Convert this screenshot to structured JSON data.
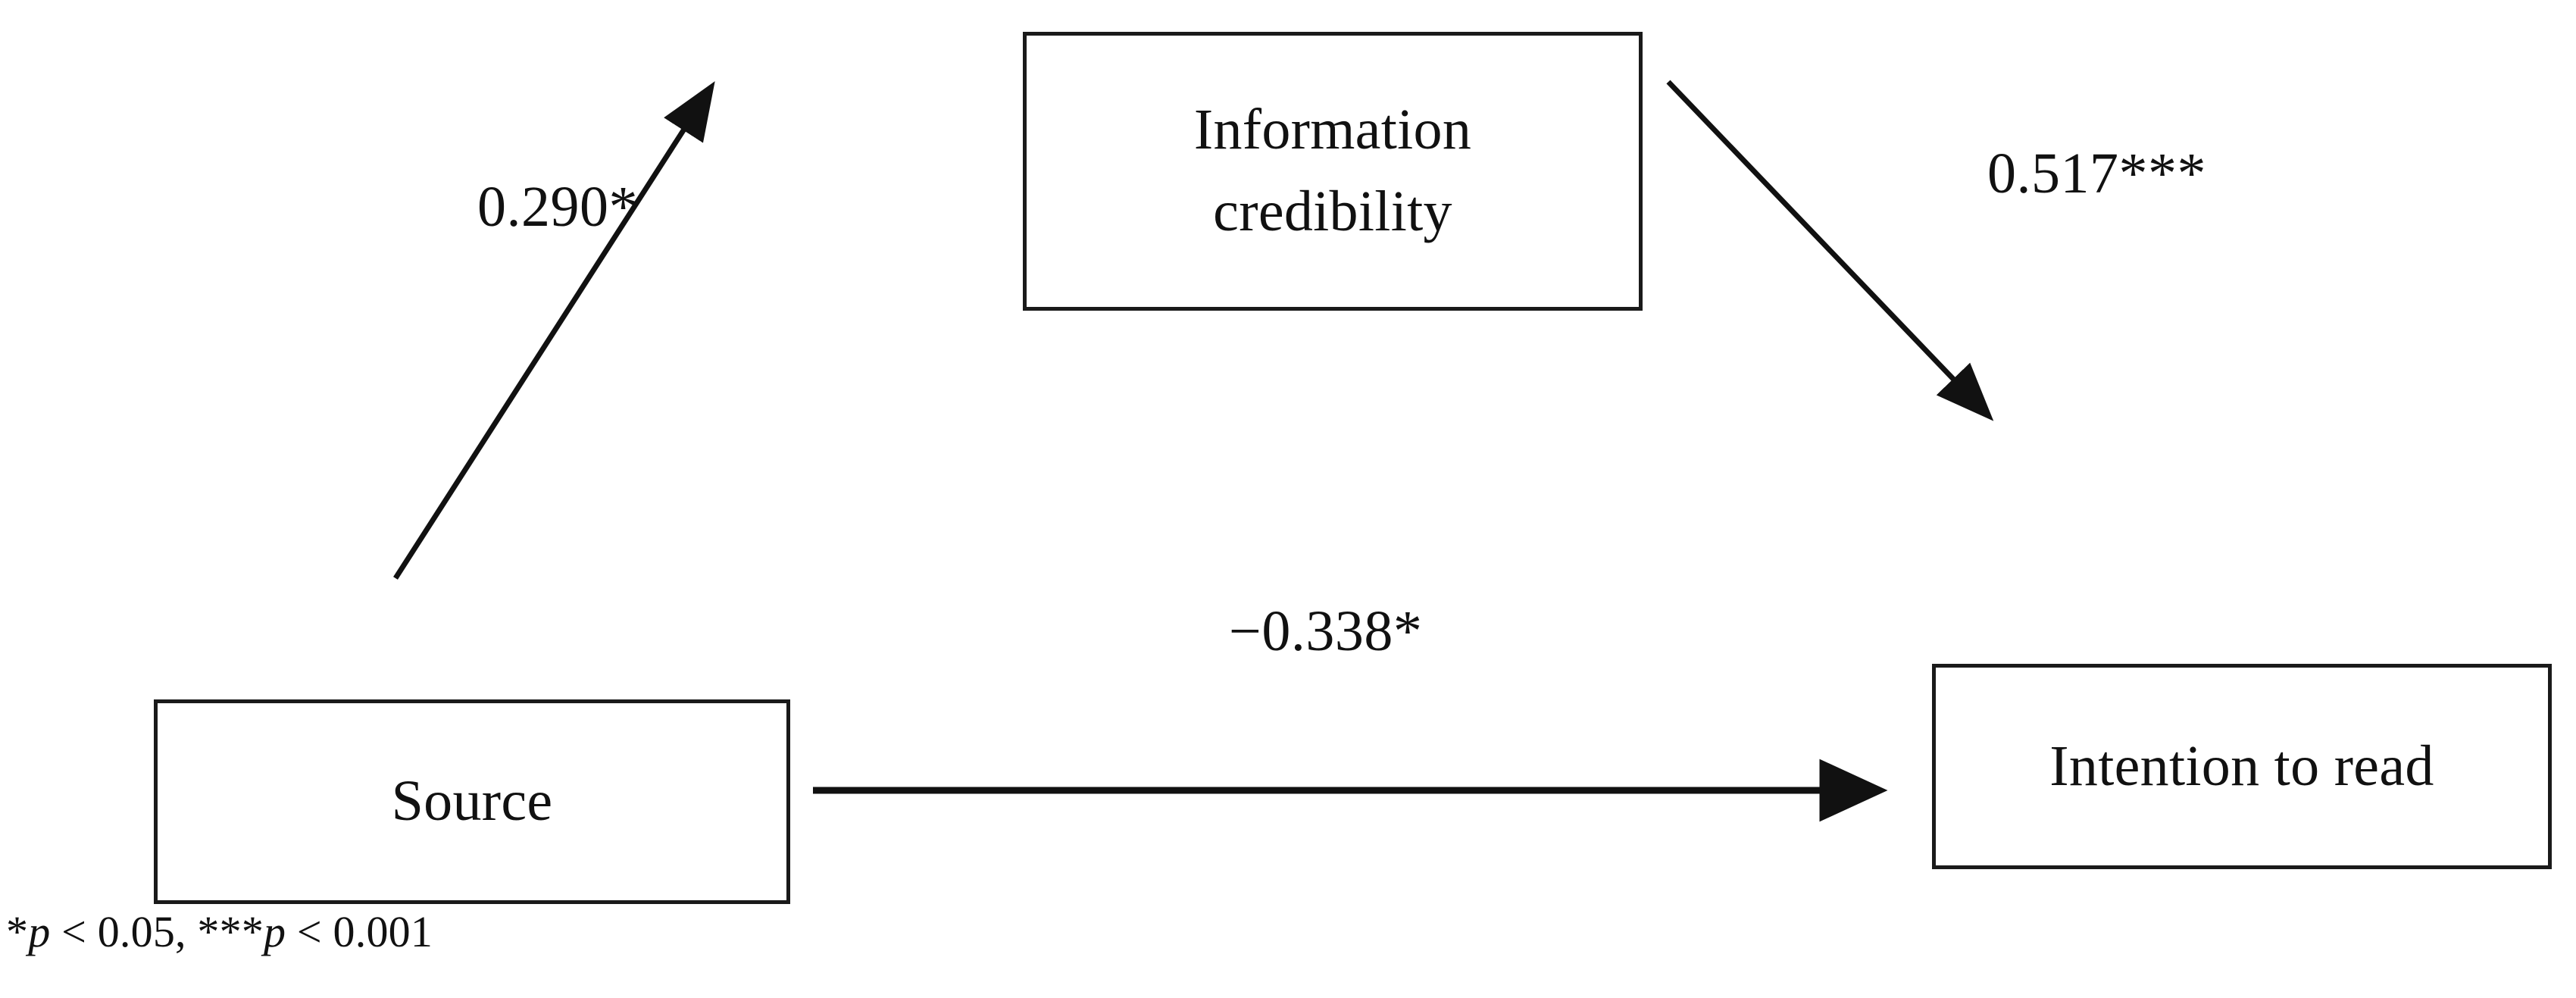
{
  "figure": {
    "type": "path-analysis-mediation-diagram",
    "background_color": "#ffffff",
    "line_color": "#1a1a1a",
    "text_color": "#111111"
  },
  "nodes": [
    {
      "id": "source",
      "label": "Source"
    },
    {
      "id": "information_credibility",
      "label": "Information\ncredibility"
    },
    {
      "id": "intention_to_read",
      "label": "Intention to read"
    }
  ],
  "node_labels": {
    "source": "Source",
    "information_credibility": "Information\ncredibility",
    "intention_to_read": "Intention to read"
  },
  "paths": [
    {
      "id": "source_to_credibility",
      "from": "Source",
      "to": "Information credibility",
      "coefficient": "0.290*",
      "value": 0.29,
      "significance": "*",
      "direction": "positive"
    },
    {
      "id": "credibility_to_intention",
      "from": "Information credibility",
      "to": "Intention to read",
      "coefficient": "0.517***",
      "value": 0.517,
      "significance": "***",
      "direction": "positive"
    },
    {
      "id": "source_to_intention",
      "from": "Source",
      "to": "Intention to read",
      "coefficient": "−0.338*",
      "value": -0.338,
      "significance": "*",
      "direction": "negative"
    }
  ],
  "path_labels": {
    "source_to_credibility": "0.290*",
    "credibility_to_intention": "0.517***",
    "source_to_intention": "−0.338*"
  },
  "footnote": {
    "full_text": "*p < 0.05, ***p < 0.001",
    "star_one": "*",
    "p_one": "p",
    "rest_one": " < 0.05, ",
    "star_three": "***",
    "p_two": "p",
    "rest_two": " < 0.001"
  }
}
